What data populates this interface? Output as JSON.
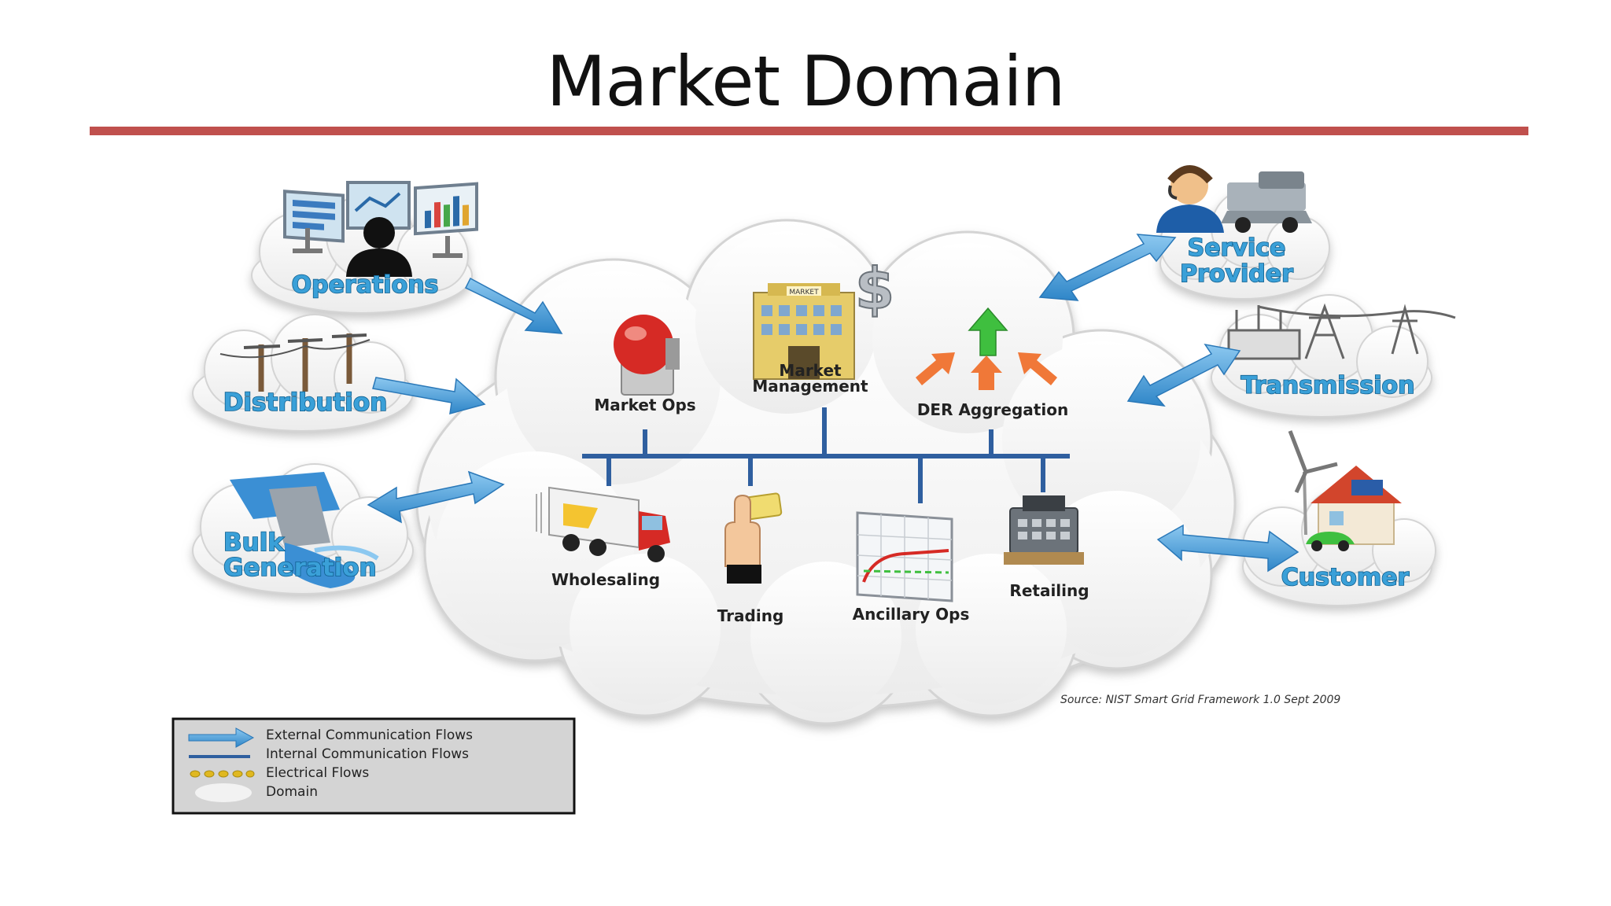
{
  "slide": {
    "title": "Market Domain",
    "accent_color": "#c0504d"
  },
  "center_domain": {
    "nodes": {
      "market_ops": "Market Ops",
      "market_management_1": "Market",
      "market_management_2": "Management",
      "der_aggregation": "DER Aggregation",
      "wholesaling": "Wholesaling",
      "trading": "Trading",
      "ancillary_ops": "Ancillary Ops",
      "retailing": "Retailing"
    },
    "building_sign": "MARKET",
    "building_symbol": "$"
  },
  "outer_domains": {
    "operations": "Operations",
    "distribution": "Distribution",
    "bulk_generation_1": "Bulk",
    "bulk_generation_2": "Generation",
    "service_provider_1": "Service",
    "service_provider_2": "Provider",
    "transmission": "Transmission",
    "customer": "Customer"
  },
  "source": "Source:  NIST Smart Grid Framework 1.0 Sept 2009",
  "legend": {
    "items": [
      "External Communication Flows",
      "Internal Communication Flows",
      "Electrical Flows",
      "Domain"
    ]
  },
  "colors": {
    "bubble_label": "#3aa0d8",
    "arrow": "#4a9fdc",
    "bus_line": "#2f5f9f",
    "cloud": "#f7f7f7"
  }
}
